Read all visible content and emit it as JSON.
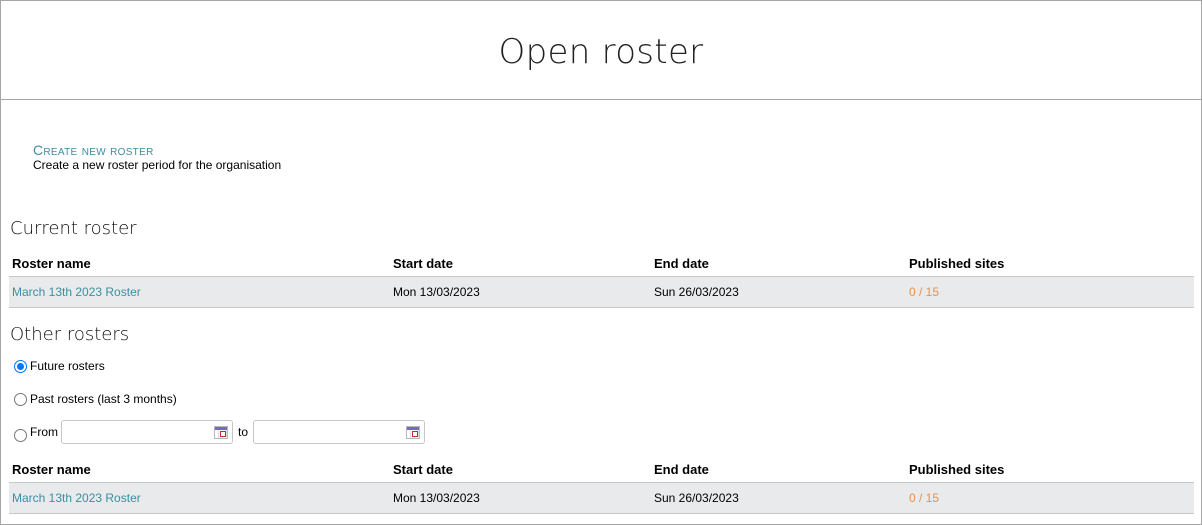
{
  "header": {
    "title": "Open roster"
  },
  "create": {
    "link_label": "Create new roster",
    "description": "Create a new roster period for the organisation"
  },
  "current": {
    "title": "Current roster",
    "columns": [
      "Roster name",
      "Start date",
      "End date",
      "Published sites"
    ],
    "rows": [
      {
        "name": "March 13th 2023 Roster",
        "start": "Mon 13/03/2023",
        "end": "Sun 26/03/2023",
        "published": "0 / 15"
      }
    ]
  },
  "other": {
    "title": "Other rosters",
    "filters": {
      "future_label": "Future rosters",
      "past_label": "Past rosters (last 3 months)",
      "range_from_label": "From",
      "range_to_label": "to",
      "from_value": "",
      "to_value": "",
      "selected": "future"
    },
    "columns": [
      "Roster name",
      "Start date",
      "End date",
      "Published sites"
    ],
    "rows": [
      {
        "name": "March 13th 2023 Roster",
        "start": "Mon 13/03/2023",
        "end": "Sun 26/03/2023",
        "published": "0 / 15"
      }
    ]
  },
  "colors": {
    "link": "#3d8ea3",
    "published_status": "#e8914a",
    "row_background": "#e8eaeb",
    "radio_selected": "#0075ff"
  }
}
